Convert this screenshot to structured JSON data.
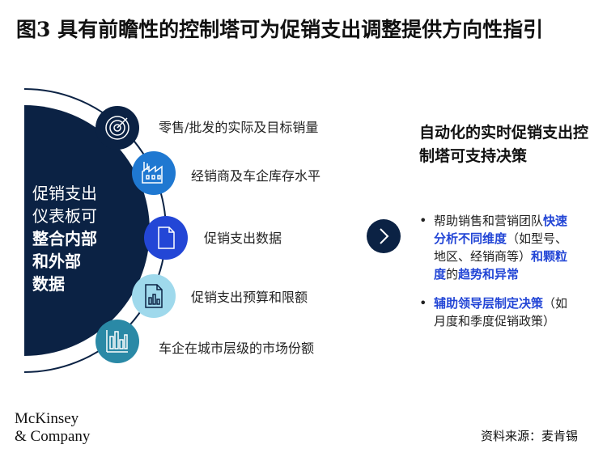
{
  "title": "图3 具有前瞻性的控制塔可为促销支出调整提供方向性指引",
  "dashboard": {
    "line1": "促销支出",
    "line2": "仪表板可",
    "line3": "整合内部",
    "line4": "和外部",
    "line5": "数据"
  },
  "data_sources": [
    {
      "label": "零售/批发的实际及目标销量",
      "icon": "target-icon",
      "color": "#0b2244"
    },
    {
      "label": "经销商及车企库存水平",
      "icon": "factory-icon",
      "color": "#1f78d1"
    },
    {
      "label": "促销支出数据",
      "icon": "document-icon",
      "color": "#2346d6"
    },
    {
      "label": "促销支出预算和限额",
      "icon": "report-chart-icon",
      "color": "#9fd9ec"
    },
    {
      "label": "车企在城市层级的市场份额",
      "icon": "bar-chart-icon",
      "color": "#2a89a6"
    }
  ],
  "arrow": {
    "icon": "chevron-right-icon",
    "color": "#0b2244"
  },
  "right_panel": {
    "title": "自动化的实时促销支出控制塔可支持决策",
    "bullets": [
      {
        "p1": "帮助销售和营销团队",
        "p2": "快速分析不同维度",
        "p3": "（如型号、地区、经销商等）",
        "p4": "和颗粒度",
        "p5": "的",
        "p6": "趋势和异常"
      },
      {
        "p1": "辅助领导层制定决策",
        "p2": "（如月度和季度促销政策）"
      }
    ]
  },
  "brand": {
    "line1": "McKinsey",
    "line2": "& Company"
  },
  "source": "资料来源：麦肯锡",
  "colors": {
    "navy": "#0b2244",
    "highlight": "#2346d6"
  }
}
